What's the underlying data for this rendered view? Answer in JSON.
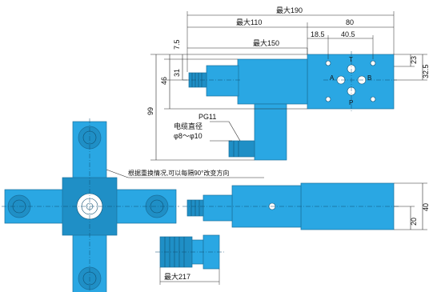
{
  "colors": {
    "body": "#2aa7e3",
    "outline": "#1a6f9c",
    "dimension": "#2a2a2a"
  },
  "dimensions": {
    "max190": "最大190",
    "max110": "最大110",
    "max150": "最大150",
    "d80": "80",
    "d18_5": "18.5",
    "d40_5": "40.5",
    "d7_5": "7.5",
    "d31": "31",
    "d46": "46",
    "d99": "99",
    "d23": "23",
    "d32_5": "32.5",
    "d40": "40",
    "d20": "20",
    "max217": "最大217"
  },
  "ports": {
    "a": "A",
    "b": "B",
    "t": "T",
    "p": "P"
  },
  "callouts": {
    "pg11": "PG11",
    "cable_dia_title": "电缆直径",
    "cable_dia_value": "φ8～φ10",
    "rotation_note": "根据重换情况,可以每隔90°改变方向"
  }
}
